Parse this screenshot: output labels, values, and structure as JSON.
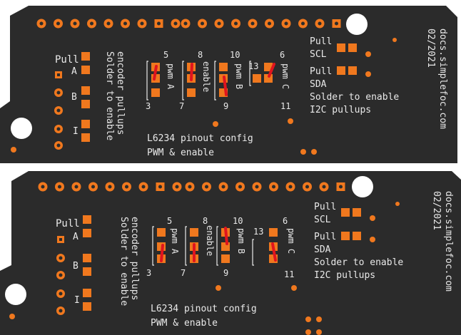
{
  "panels": [
    {
      "id": "top",
      "pull_label": "Pull",
      "channel_labels": [
        "A",
        "B",
        "I"
      ],
      "encoder_note": [
        "Solder to enable",
        "encoder pullups"
      ],
      "jumpers": [
        {
          "top": "5",
          "bottom": "3",
          "name": "pwm A"
        },
        {
          "top": "8",
          "bottom": "7",
          "name": "enable"
        },
        {
          "top": "10",
          "bottom": "9",
          "name": "pwm B"
        },
        {
          "left": "13",
          "top": "6",
          "bottom": "11",
          "name": "pwm C"
        }
      ],
      "config_title": [
        "L6234 pinout config",
        "PWM & enable"
      ],
      "i2c": {
        "scl": [
          "Pull",
          "SCL"
        ],
        "sda": [
          "Pull",
          "SDA"
        ],
        "note": [
          "Solder to enable",
          "I2C pullups"
        ]
      },
      "side_text": [
        "docs.simplefoc.com",
        "02/2021"
      ]
    },
    {
      "id": "bottom",
      "pull_label": "Pull",
      "channel_labels": [
        "A",
        "B",
        "I"
      ],
      "encoder_note": [
        "Solder to enable",
        "encoder pullups"
      ],
      "jumpers": [
        {
          "top": "5",
          "bottom": "3",
          "name": "pwm A"
        },
        {
          "top": "8",
          "bottom": "7",
          "name": "enable"
        },
        {
          "top": "10",
          "bottom": "9",
          "name": "pwm B"
        },
        {
          "left": "13",
          "top": "6",
          "bottom": "11",
          "name": "pwm C"
        }
      ],
      "config_title": [
        "L6234 pinout config",
        "PWM & enable"
      ],
      "i2c": {
        "scl": [
          "Pull",
          "SCL"
        ],
        "sda": [
          "Pull",
          "SDA"
        ],
        "note": [
          "Solder to enable",
          "I2C pullups"
        ]
      },
      "side_text": [
        "docs.simplefoc.com",
        "02/2021"
      ]
    }
  ],
  "colors": {
    "board": "#2b2b2b",
    "pad": "#f0781e",
    "silkscreen": "#e9e9e9",
    "solder_mark": "#e0141e"
  }
}
